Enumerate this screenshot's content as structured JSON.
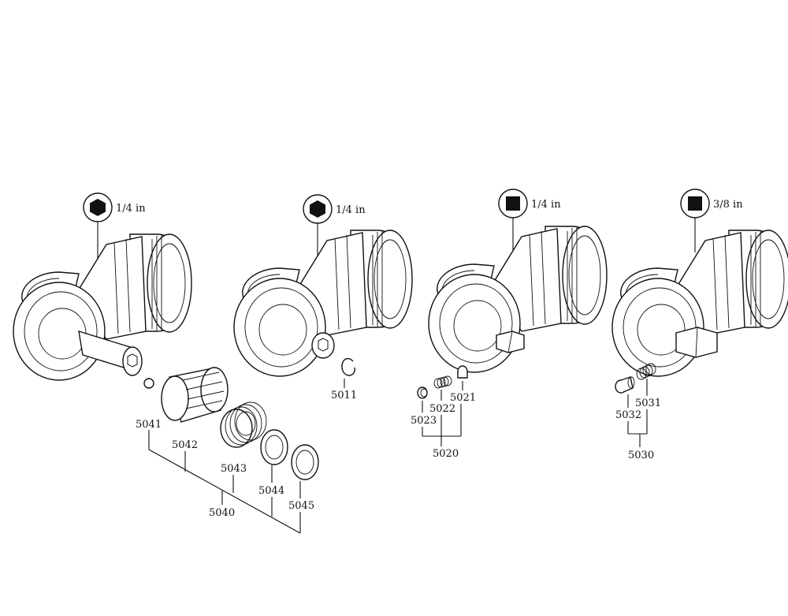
{
  "assemblies": [
    {
      "drive": "hex",
      "size": "1/4 in"
    },
    {
      "drive": "hex",
      "size": "1/4 in"
    },
    {
      "drive": "square",
      "size": "1/4 in"
    },
    {
      "drive": "square",
      "size": "3/8 in"
    }
  ],
  "parts": {
    "p5041": "5041",
    "p5042": "5042",
    "p5043": "5043",
    "p5044": "5044",
    "p5045": "5045",
    "kit5040": "5040",
    "p5011": "5011",
    "p5021": "5021",
    "p5022": "5022",
    "p5023": "5023",
    "kit5020": "5020",
    "p5031": "5031",
    "p5032": "5032",
    "kit5030": "5030"
  }
}
